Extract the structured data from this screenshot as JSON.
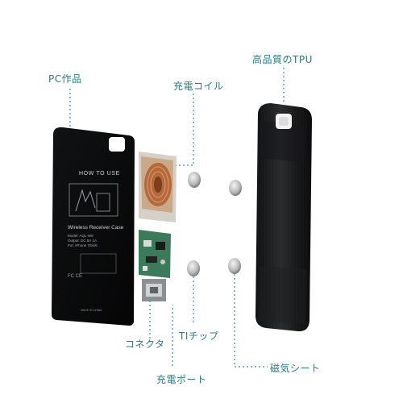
{
  "labels": {
    "pc_shell": "PC作品",
    "charging_coil": "充電コイル",
    "tpu": "高品質のTPU",
    "connector": "コネクタ",
    "ti_chip": "TIチップ",
    "magnet_sheet": "磁気シート",
    "charge_port": "充電ポート"
  },
  "backplate": {
    "how_to_use": "HOW TO USE",
    "product_name": "Wireless Receiver Case",
    "model_line": "Model: AQL-W8",
    "output_line": "Output: DC 5V 1A",
    "compat_line": "For: iPhone 7/6s/6",
    "marks": "FC CE",
    "made_in": "MADE IN CHINA"
  },
  "colors": {
    "label": "#2a7c83",
    "leader": "#3a8f95",
    "case_dark": "#141516",
    "coil": "#b56a3d",
    "pcb": "#3c7a5c"
  }
}
